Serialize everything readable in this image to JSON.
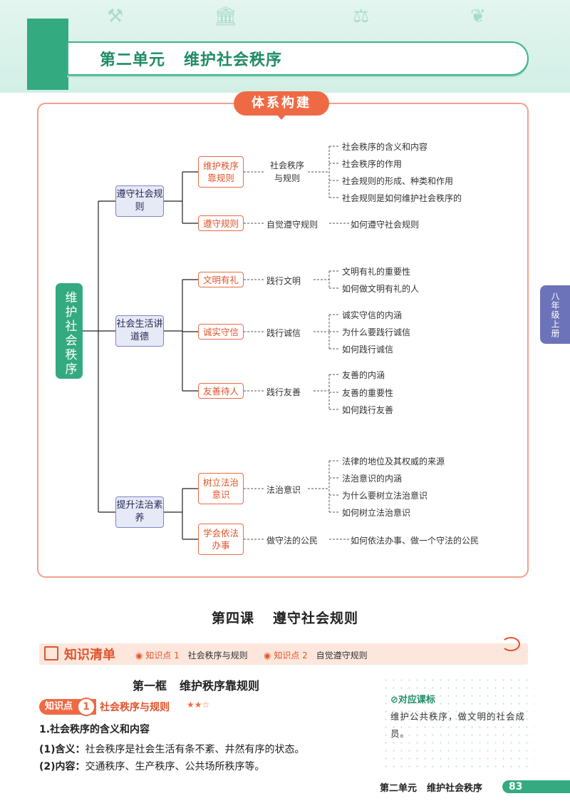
{
  "header": {
    "unit_number": "第二单元",
    "unit_name": "维护社会秩序"
  },
  "mindmap": {
    "panel_title": "体系构建",
    "root": "维护社会秩序",
    "l1": [
      "遵守社会规则",
      "社会生活讲道德",
      "提升法治素养"
    ],
    "l2": [
      "维护秩序靠规则",
      "遵守规则",
      "文明有礼",
      "诚实守信",
      "友善待人",
      "树立法治意识",
      "学会依法办事"
    ],
    "mid": [
      "社会秩序与规则",
      "自觉遵守规则",
      "践行文明",
      "践行诚信",
      "践行友善",
      "法治意识",
      "做守法的公民"
    ],
    "leaves": [
      "社会秩序的含义和内容",
      "社会秩序的作用",
      "社会规则的形成、种类和作用",
      "社会规则是如何维护社会秩序的",
      "如何遵守社会规则",
      "文明有礼的重要性",
      "如何做文明有礼的人",
      "诚实守信的内涵",
      "为什么要践行诚信",
      "如何践行诚信",
      "友善的内涵",
      "友善的重要性",
      "如何践行友善",
      "法律的地位及其权威的来源",
      "法治意识的内涵",
      "为什么要树立法治意识",
      "如何树立法治意识",
      "如何依法办事、做一个守法的公民"
    ]
  },
  "side_tab": "八年级上册",
  "lesson": {
    "number": "第四课",
    "name": "遵守社会规则"
  },
  "knowledge_bar": {
    "title": "知识清单",
    "points": [
      {
        "label": "知识点 1",
        "text": "社会秩序与规则"
      },
      {
        "label": "知识点 2",
        "text": "自觉遵守规则"
      }
    ]
  },
  "section": {
    "number": "第一框",
    "name": "维护秩序靠规则"
  },
  "kp1": {
    "badge": "知识点",
    "num": "1",
    "title": "社会秩序与规则",
    "stars": "★★☆"
  },
  "content": {
    "heading": "1.社会秩序的含义和内容",
    "p1_label": "(1)含义：",
    "p1_text": "社会秩序是社会生活有条不紊、井然有序的状态。",
    "p2_label": "(2)内容：",
    "p2_text": "交通秩序、生产秩序、公共场所秩序等。"
  },
  "sidebox": {
    "title": "对应课标",
    "text": "维护公共秩序，做文明的社会成员。"
  },
  "footer": {
    "unit": "第二单元",
    "name": "维护社会秩序",
    "page": "83"
  },
  "colors": {
    "green": "#33aa7f",
    "orange": "#ee6a45",
    "purple": "#6d73b8"
  }
}
